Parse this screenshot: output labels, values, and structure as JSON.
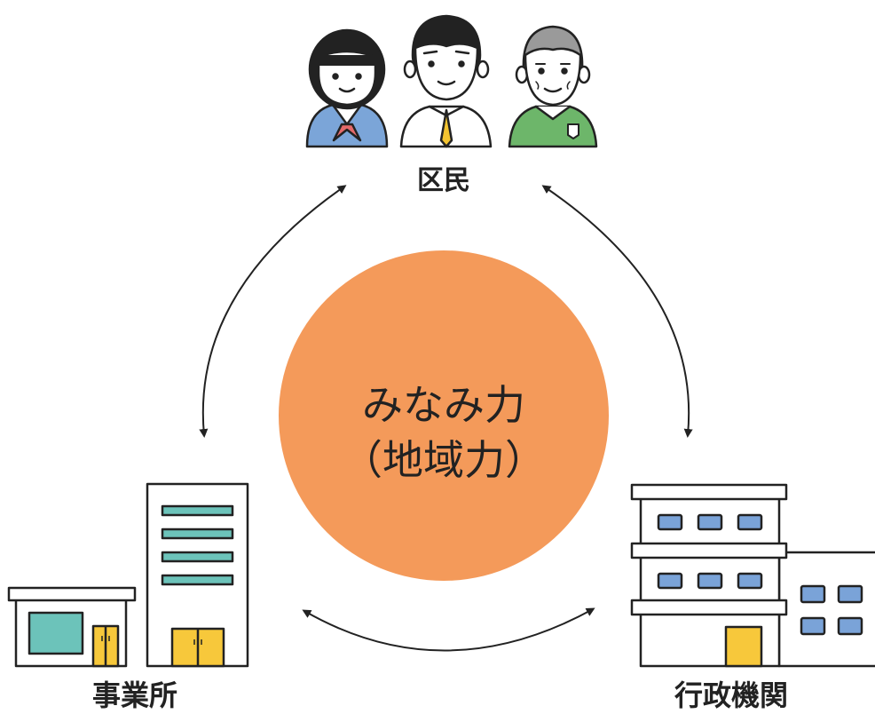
{
  "labels": {
    "residents": "区民",
    "business": "事業所",
    "government": "行政機関"
  },
  "center": {
    "main": "みなみ力",
    "sub": "（地域力）"
  },
  "colors": {
    "circle": "#F49A5A",
    "stroke": "#222222",
    "window_teal": "#6CC3BA",
    "window_blue": "#7AA3D8",
    "door_yellow": "#F7C83B",
    "uniform_blue": "#7BA5D8",
    "tie_yellow": "#F4C430",
    "vest_green": "#6DB66A",
    "scarf_red": "#E46A6A"
  },
  "icons": [
    "people-icon",
    "office-buildings-icon",
    "government-building-icon",
    "double-arrow-icon"
  ]
}
